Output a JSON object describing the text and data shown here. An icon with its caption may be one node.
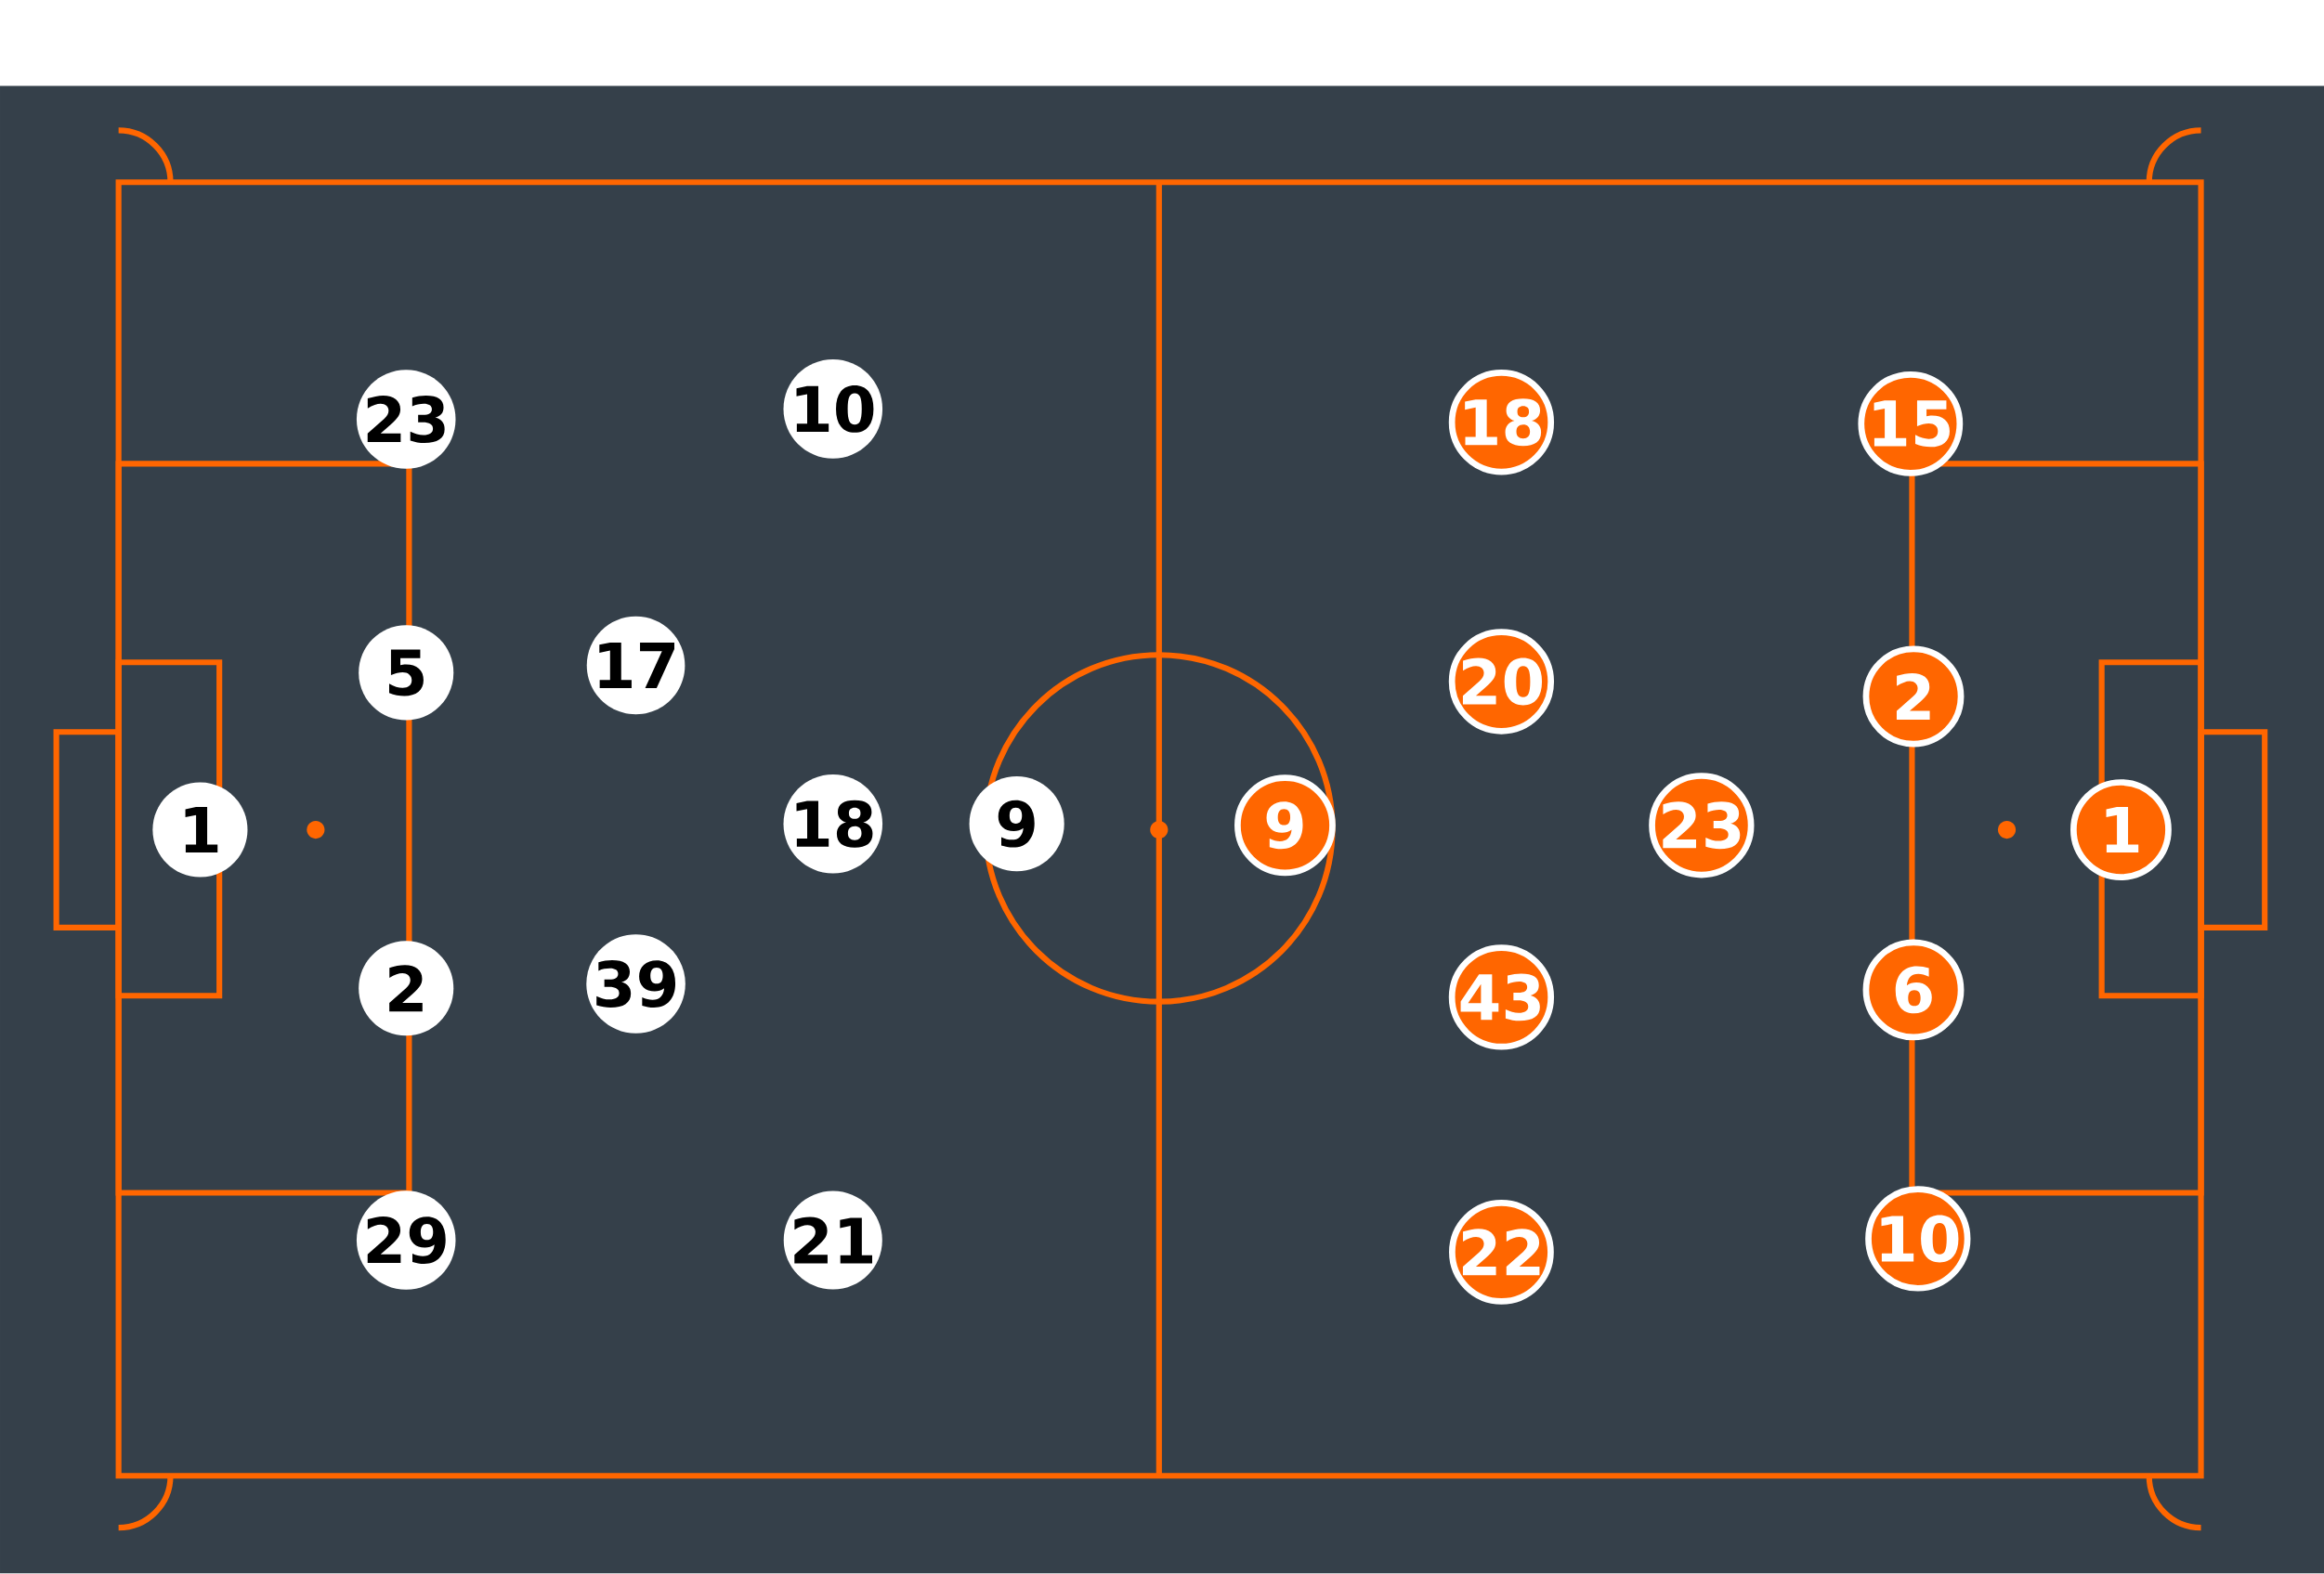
{
  "diagram": {
    "nodes": [
      {
        "text": [
          "1"
        ]
      },
      {
        "text": [
          "23"
        ]
      },
      {
        "text": [
          "5"
        ]
      },
      {
        "text": [
          "2"
        ]
      },
      {
        "text": [
          "29"
        ]
      },
      {
        "text": [
          "17"
        ]
      },
      {
        "text": [
          "39"
        ]
      },
      {
        "text": [
          "10"
        ]
      },
      {
        "text": [
          "18"
        ]
      },
      {
        "text": [
          "21"
        ]
      },
      {
        "text": [
          "9"
        ]
      },
      {
        "text": [
          "9"
        ]
      },
      {
        "text": [
          "18"
        ]
      },
      {
        "text": [
          "20"
        ]
      },
      {
        "text": [
          "43"
        ]
      },
      {
        "text": [
          "22"
        ]
      },
      {
        "text": [
          "23"
        ]
      },
      {
        "text": [
          "15"
        ]
      },
      {
        "text": [
          "2"
        ]
      },
      {
        "text": [
          "6"
        ]
      },
      {
        "text": [
          "10"
        ]
      },
      {
        "text": [
          "1"
        ]
      }
    ]
  }
}
